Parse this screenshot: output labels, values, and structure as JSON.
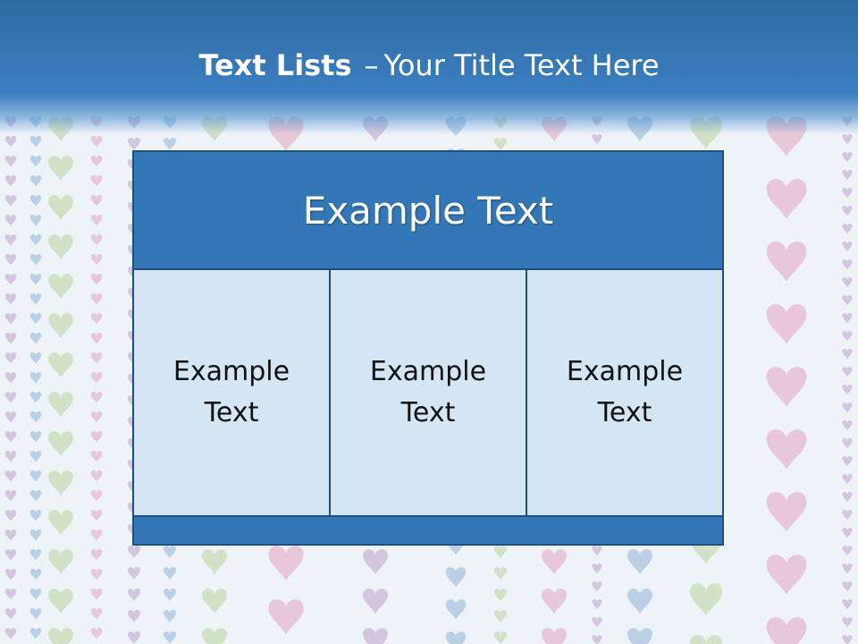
{
  "slide": {
    "title_bold": "Text Lists",
    "title_separator": "–",
    "title_rest": "Your Title Text Here"
  },
  "table": {
    "header": "Example Text",
    "columns": [
      {
        "text": "Example\nText"
      },
      {
        "text": "Example\nText"
      },
      {
        "text": "Example\nText"
      }
    ]
  },
  "colors": {
    "title_bar": "#3b7fc0",
    "header_fill": "#3477b7",
    "cell_fill": "#d4e5f4",
    "border": "#1f4f80"
  },
  "background": {
    "pattern_icon": "heart-icon",
    "heart_colors": [
      "#c9b7d6",
      "#aac4de",
      "#c8dcb5",
      "#e6b8cc"
    ]
  }
}
